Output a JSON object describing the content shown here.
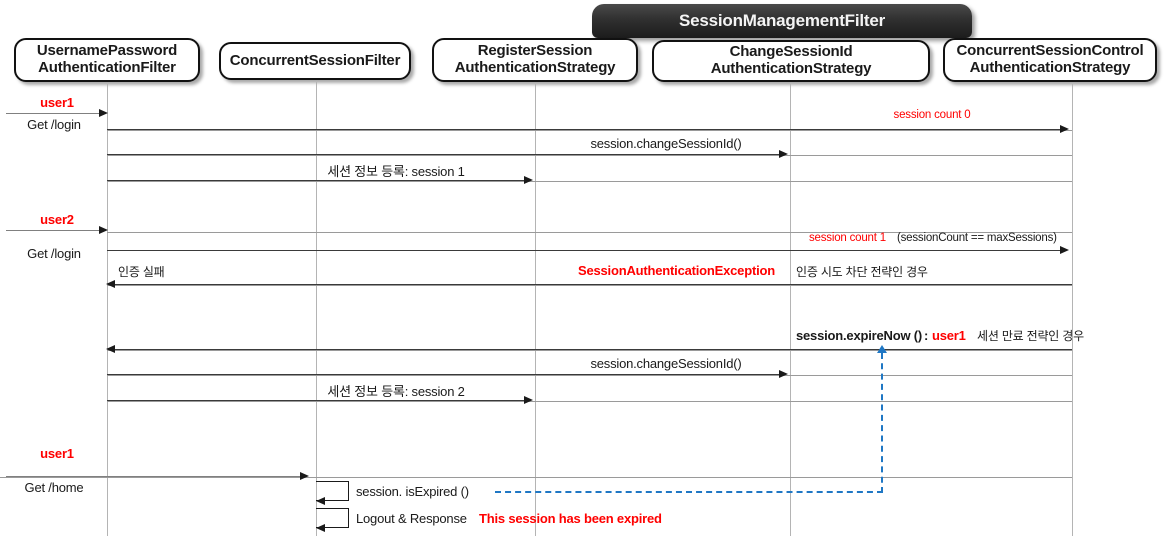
{
  "diagram": {
    "title": "Spring Security Session Management sequence diagram",
    "group_header": {
      "label": "SessionManagementFilter"
    },
    "participants": [
      {
        "id": "upaf",
        "lines": [
          "UsernamePassword",
          "AuthenticationFilter"
        ]
      },
      {
        "id": "csf",
        "lines": [
          "ConcurrentSessionFilter"
        ]
      },
      {
        "id": "rsas",
        "lines": [
          "RegisterSession",
          "AuthenticationStrategy"
        ]
      },
      {
        "id": "csias",
        "lines": [
          "ChangeSessionId",
          "AuthenticationStrategy"
        ]
      },
      {
        "id": "cscas",
        "lines": [
          "ConcurrentSessionControl",
          "AuthenticationStrategy"
        ]
      }
    ],
    "messages": {
      "user1_login_actor": "user1",
      "user1_login_request": "Get /login",
      "session_count_0": "session count 0",
      "change_session_id_1": "session.changeSessionId()",
      "register_session_1": "세션 정보 등록: session 1",
      "user2_login_actor": "user2",
      "user2_login_request": "Get /login",
      "session_count_1_red": "session count 1",
      "session_count_1_cond": "(sessionCount == maxSessions)",
      "auth_fail": "인증 실패",
      "session_auth_exception": "SessionAuthenticationException",
      "block_strategy_note": "인증 시도 차단 전략인 경우",
      "expire_now_call": "session.expireNow ()",
      "expire_now_colon": ":",
      "expire_now_user": "user1",
      "expire_strategy_note": "세션 만료 전략인 경우",
      "change_session_id_2": "session.changeSessionId()",
      "register_session_2": "세션 정보 등록: session 2",
      "user1_home_actor": "user1",
      "user1_home_request": "Get /home",
      "is_expired": "session. isExpired ()",
      "logout_response": "Logout & Response",
      "expired_message": "This session has been expired"
    },
    "colors": {
      "accent_red": "#ff0000",
      "error_red": "#e8191e",
      "blue_dashed": "#1f77c4",
      "group_header_bg": "#272727",
      "lifeline": "#b4b4b4"
    }
  }
}
